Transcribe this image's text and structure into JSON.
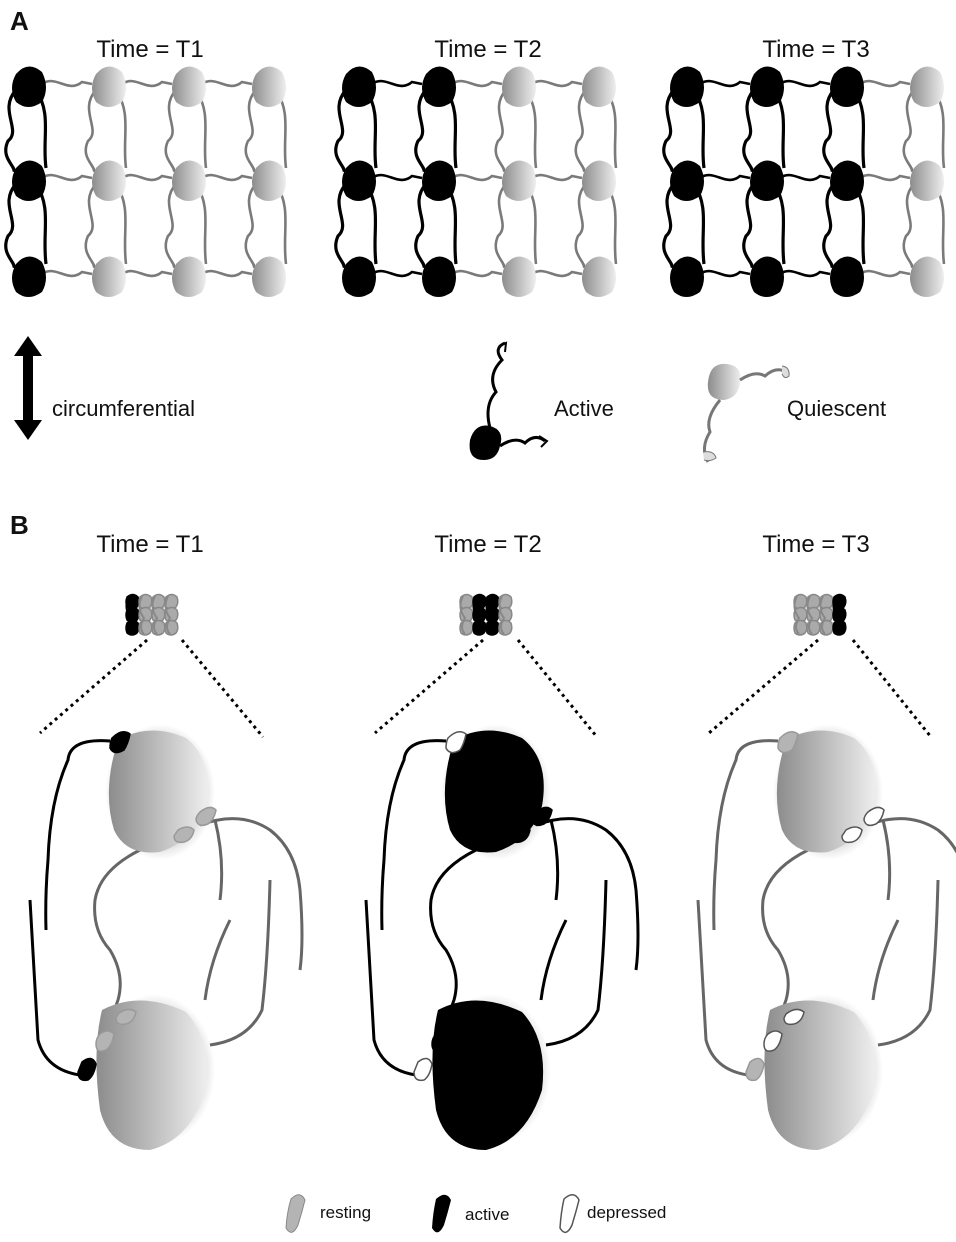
{
  "panel_a": {
    "letter": "A",
    "time_labels": [
      "Time = T1",
      "Time = T2",
      "Time = T3"
    ],
    "active_columns": [
      1,
      2,
      3
    ],
    "legend": {
      "direction_label": "circumferential",
      "active_label": "Active",
      "quiescent_label": "Quiescent"
    }
  },
  "panel_b": {
    "letter": "B",
    "time_labels": [
      "Time = T1",
      "Time = T2",
      "Time = T3"
    ],
    "active_column_in_mini": [
      1,
      2,
      4
    ],
    "legend": {
      "resting_label": "resting",
      "active_label": "active",
      "depressed_label": "depressed"
    }
  },
  "colors": {
    "active": "#000000",
    "quiescent_light": "#e6e6e6",
    "quiescent_dark": "#8c8c8c",
    "depressed": "#ffffff",
    "resting": "#b4b4b4"
  }
}
